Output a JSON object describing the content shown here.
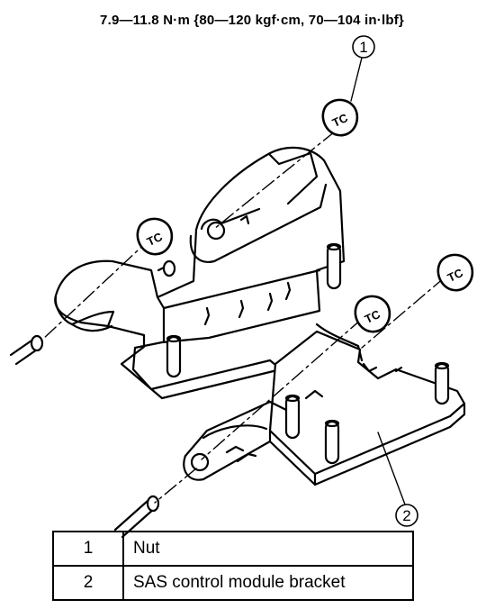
{
  "torque_spec": "7.9—11.8 N·m {80—120 kgf·cm, 70—104 in·lbf}",
  "nut_marking": "TC",
  "callouts": [
    "1",
    "2"
  ],
  "legend": [
    {
      "num": "1",
      "desc": "Nut"
    },
    {
      "num": "2",
      "desc": "SAS control module bracket"
    }
  ]
}
